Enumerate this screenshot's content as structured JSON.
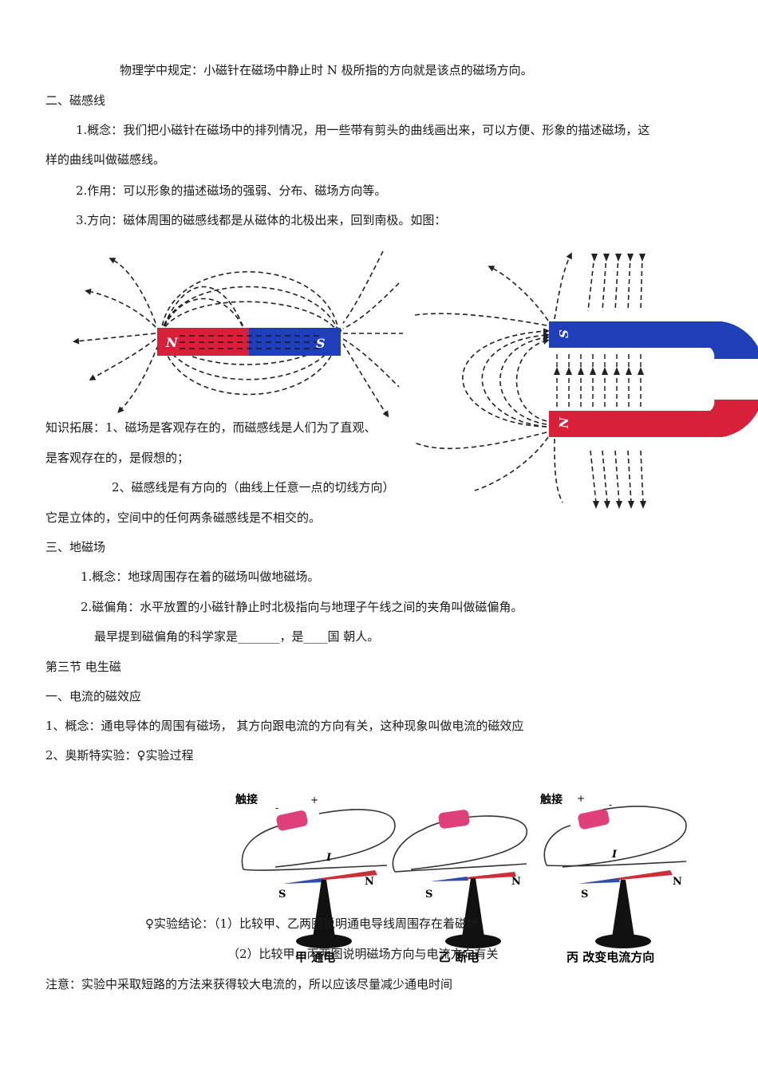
{
  "lines": {
    "l1": "物理学中规定：小磁针在磁场中静止时 N 极所指的方向就是该点的磁场方向。",
    "l2": "二、磁感线",
    "l3a": "1.概念：我们把小磁针在磁场中的排列情况，用一些带有剪头的曲线画出来，可以方便、形象的描述磁场，这",
    "l3b": "样的曲线叫做磁感线。",
    "l4": "2.作用：可以形象的描述磁场的强弱、分布、磁场方向等。",
    "l5": "3.方向：磁体周围的磁感线都是从磁体的北极出来，回到南极。如图：",
    "l6": "知识拓展：1、磁场是客观存在的，而磁感线是人们为了直观、",
    "l7": "是客观存在的，是假想的；",
    "l8": "2、磁感线是有方向的（曲线上任意一点的切线方向）",
    "l9": "它是立体的，空间中的任何两条磁感线是不相交的。",
    "l10": "三、地磁场",
    "l11": "1.概念：地球周围存在着的磁场叫做地磁场。",
    "l12": "2.磁偏角：水平放置的小磁针静止时北极指向与地理子午线之间的夹角叫做磁偏角。",
    "l13": "最早提到磁偏角的科学家是_______，是____国      朝人。",
    "l14": "第三节    电生磁",
    "l15": "一、电流的磁效应",
    "l16": "1、概念：通电导体的周围有磁场，  其方向跟电流的方向有关，这种现象叫做电流的磁效应",
    "l17": "2、奥斯特实验：♀实验过程",
    "l18": "♀实验结论：（1）比较甲、乙两图说明通电导线周围存在着磁场",
    "l19": "（2）比较甲、丙两图说明磁场方向与电流方向有关",
    "l20": "注意：实验中采取短路的方法来获得较大电流的，所以应该尽量减少通电时间"
  },
  "bar_magnet": {
    "n_label": "N",
    "s_label": "S",
    "n_color": "#d8203a",
    "s_color": "#1f3fb8"
  },
  "u_magnet": {
    "s_label": "S",
    "n_label": "N",
    "s_color": "#1f3fb8",
    "n_color": "#d8203a"
  },
  "oersted": {
    "touch_label": "触接",
    "current_label": "I",
    "plus_label": "+",
    "minus_label": "-",
    "needle_s": "S",
    "needle_n": "N",
    "caption_a": "甲  通电",
    "caption_b": "乙  断电",
    "caption_c": "丙  改变电流方向"
  }
}
